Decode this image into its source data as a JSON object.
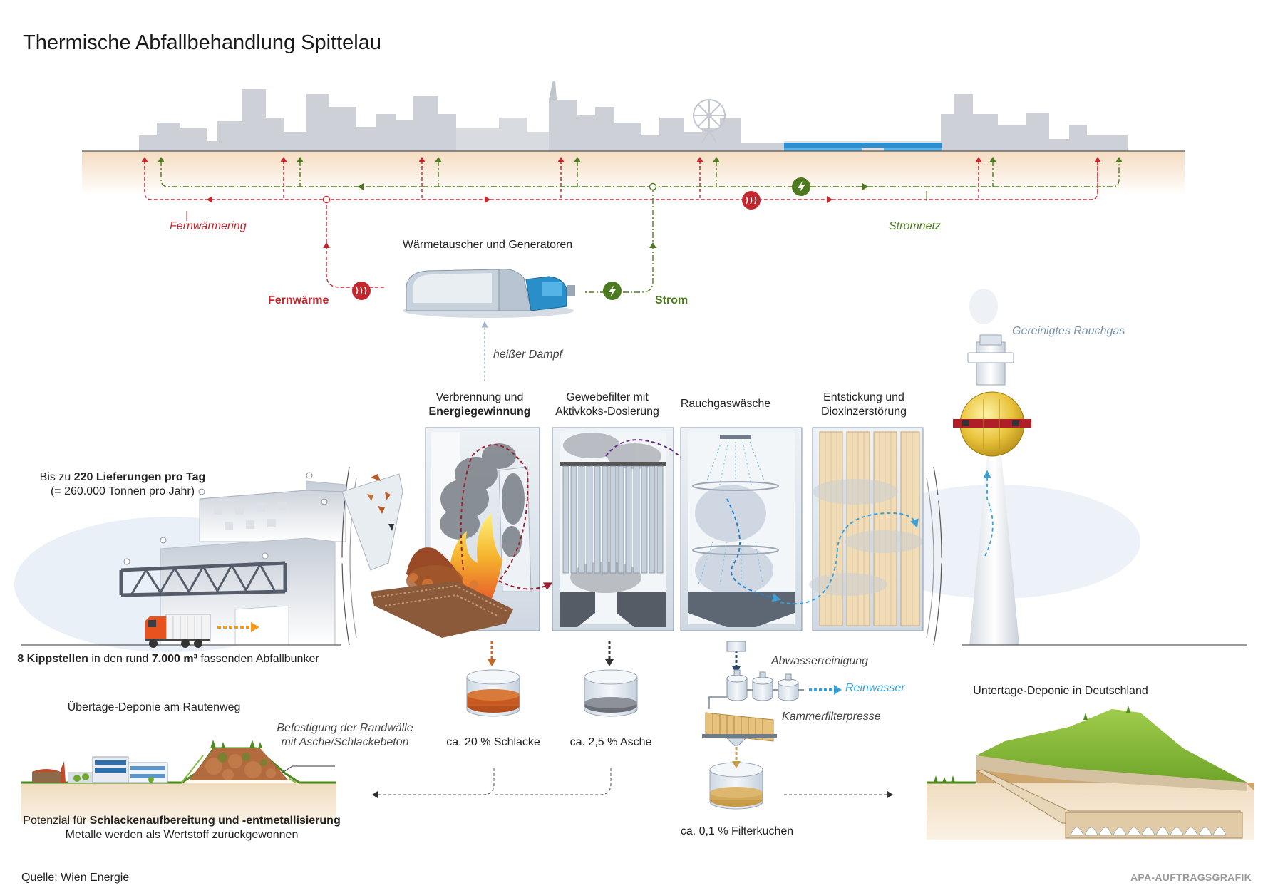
{
  "title": "Thermische Abfallbehandlung Spittelau",
  "network": {
    "district_heating_ring": "Fernwärmering",
    "power_grid": "Stromnetz",
    "district_heating": "Fernwärme",
    "power": "Strom",
    "heat_exchanger": "Wärmetauscher und Generatoren",
    "hot_steam": "heißer Dampf"
  },
  "stages": {
    "combustion_line1": "Verbrennung und",
    "combustion_line2": "Energiegewinnung",
    "filter_line1": "Gewebefilter mit",
    "filter_line2": "Aktivkoks-Dosierung",
    "scrubbing": "Rauchgaswäsche",
    "denox_line1": "Entstickung und",
    "denox_line2": "Dioxinzerstörung"
  },
  "chimney": {
    "clean_gas": "Gereinigtes Rauchgas"
  },
  "deliveries": {
    "line1_pre": "Bis zu ",
    "line1_bold": "220 Lieferungen pro Tag",
    "line2": "(= 260.000 Tonnen pro Jahr)"
  },
  "bunker": {
    "bold1": "8 Kippstellen",
    "mid": " in den rund ",
    "bold2": "7.000 m³",
    "end": " fassenden Abfallbunker"
  },
  "residues": {
    "slag": "ca. 20 % Schlacke",
    "ash": "ca. 2,5 % Asche",
    "filter_cake": "ca. 0,1 % Filterkuchen"
  },
  "wastewater": {
    "treatment": "Abwasserreinigung",
    "clean_water": "Reinwasser",
    "filter_press": "Kammerfilterpresse"
  },
  "landfill_above": {
    "title": "Übertage-Deponie am Rautenweg",
    "note_line1": "Befestigung der Randwälle",
    "note_line2": "mit Asche/Schlackebeton",
    "potential_pre": "Potenzial für ",
    "potential_bold": "Schlackenaufbereitung und -entmetallisierung",
    "metals": "Metalle werden als Wertstoff zurückgewonnen"
  },
  "landfill_below": {
    "title": "Untertage-Deponie in Deutschland"
  },
  "footer": {
    "source": "Quelle: Wien Energie",
    "credit": "APA-AUFTRAGSGRAFIK"
  },
  "colors": {
    "heat_red": "#c1272d",
    "power_green": "#4d7a1f",
    "water_blue": "#3aa1d8",
    "city_grey": "#ced2d7",
    "ground_beige": "#f7e3cc",
    "arrow_orange": "#f39a1e"
  }
}
